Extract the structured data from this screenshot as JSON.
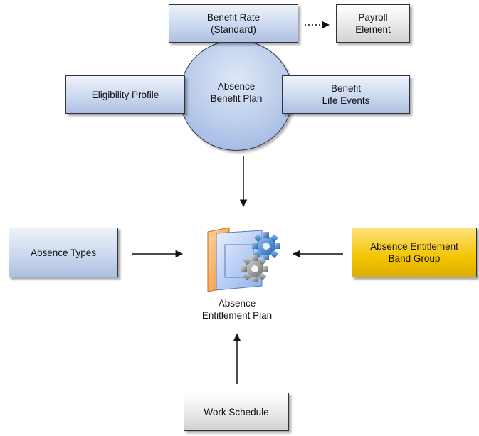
{
  "diagram": {
    "nodes": {
      "benefit_rate": {
        "line1": "Benefit Rate",
        "line2": "(Standard)"
      },
      "payroll_element": {
        "line1": "Payroll",
        "line2": "Element"
      },
      "absence_benefit_plan": {
        "line1": "Absence",
        "line2": "Benefit Plan"
      },
      "eligibility_profile": {
        "label": "Eligibility Profile"
      },
      "benefit_life_events": {
        "line1": "Benefit",
        "line2": "Life Events"
      },
      "absence_types": {
        "label": "Absence Types"
      },
      "absence_entitlement_plan": {
        "line1": "Absence",
        "line2": "Entitlement Plan"
      },
      "absence_entitlement_band_group": {
        "line1": "Absence Entitlement",
        "line2": "Band Group"
      },
      "work_schedule": {
        "label": "Work Schedule"
      }
    },
    "colors": {
      "blue_box": "#c8d6ee",
      "gray_box": "#e6e6e6",
      "gold_box": "#f4c400",
      "circle": "#b9cbea",
      "border": "#2e3440"
    },
    "icons": [
      "documents-gears-icon"
    ],
    "edges": [
      {
        "from": "benefit_rate",
        "to": "payroll_element",
        "style": "dotted"
      },
      {
        "from": "absence_benefit_plan",
        "to": "absence_entitlement_plan",
        "style": "solid"
      },
      {
        "from": "absence_types",
        "to": "absence_entitlement_plan",
        "style": "solid"
      },
      {
        "from": "absence_entitlement_band_group",
        "to": "absence_entitlement_plan",
        "style": "solid"
      },
      {
        "from": "work_schedule",
        "to": "absence_entitlement_plan",
        "style": "solid"
      }
    ]
  }
}
